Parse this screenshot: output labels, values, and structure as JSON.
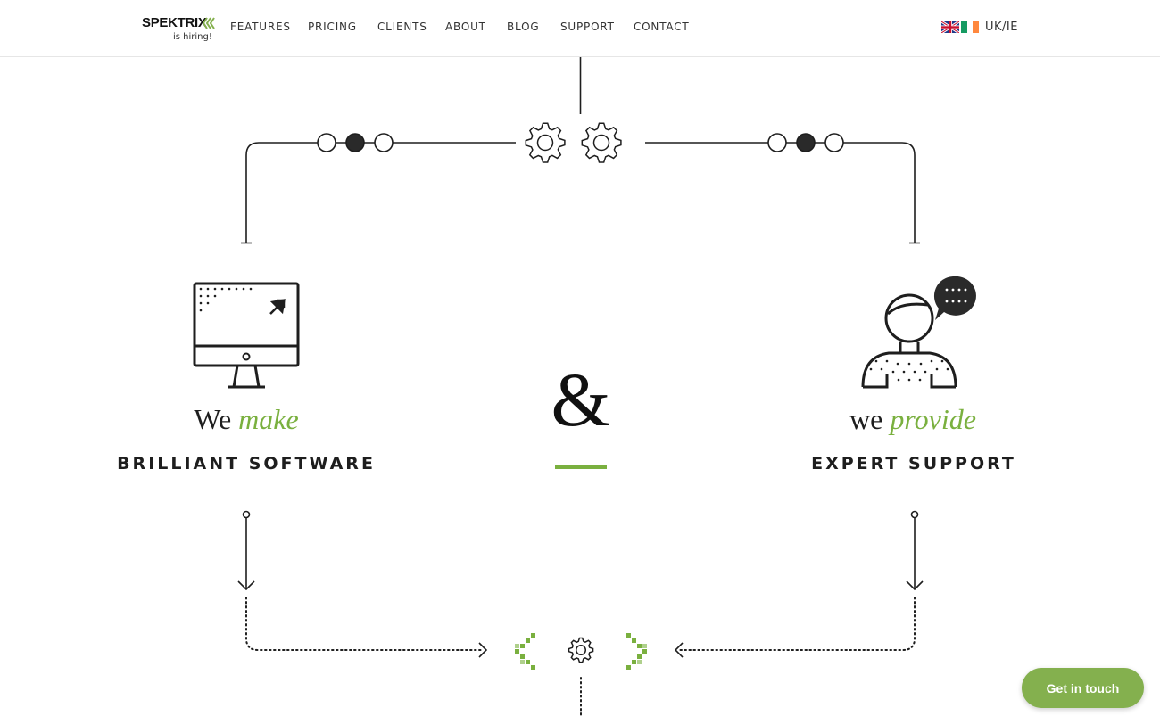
{
  "brand": {
    "name": "SPEKTRIX",
    "tagline": "is hiring!"
  },
  "nav": {
    "items": [
      {
        "label": "FEATURES"
      },
      {
        "label": "PRICING"
      },
      {
        "label": "CLIENTS"
      },
      {
        "label": "ABOUT"
      },
      {
        "label": "BLOG"
      },
      {
        "label": "SUPPORT"
      },
      {
        "label": "CONTACT"
      }
    ],
    "locale": "UK/IE"
  },
  "left": {
    "lead": "We",
    "accent": "make",
    "subtitle": "BRILLIANT SOFTWARE"
  },
  "center": {
    "symbol": "&"
  },
  "right": {
    "lead": "we",
    "accent": "provide",
    "subtitle": "EXPERT SUPPORT"
  },
  "cta": {
    "label": "Get in touch"
  },
  "colors": {
    "accent": "#7ab03f",
    "ink": "#1e1e1e",
    "cta_bg": "#84b04e"
  },
  "icons": [
    "computer-monitor-icon",
    "support-person-icon",
    "speech-bubble-icon",
    "gear-icon",
    "uk-flag-icon",
    "ireland-flag-icon"
  ]
}
